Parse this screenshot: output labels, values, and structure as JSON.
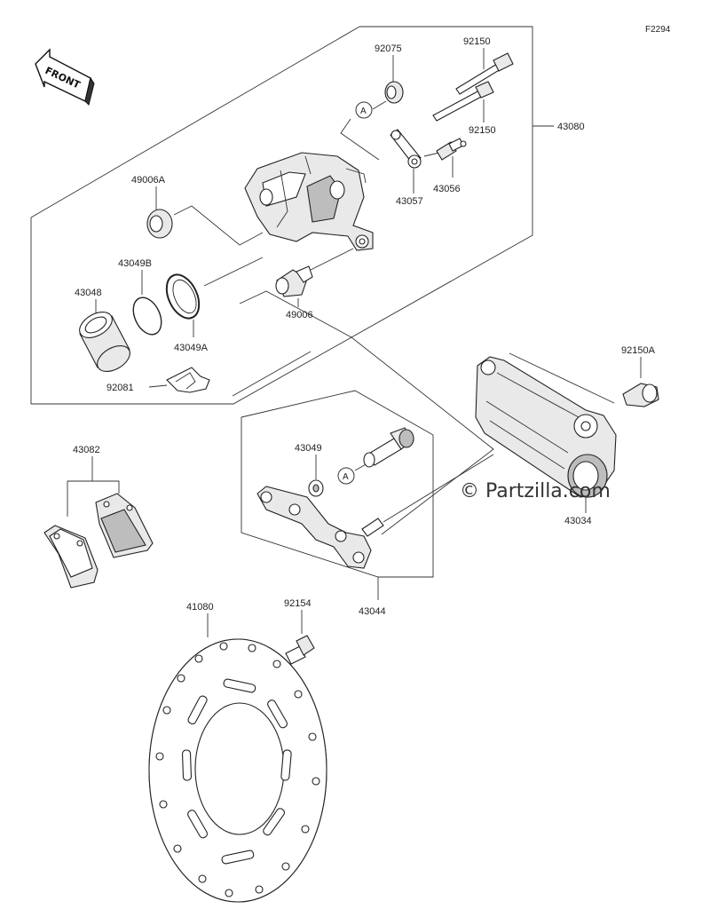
{
  "figure_id": "F2294",
  "front_label": "FRONT",
  "watermark": "© Partzilla.com",
  "callout_letter": "A",
  "parts": {
    "p92075": "92075",
    "p92150_top": "92150",
    "p92150_mid": "92150",
    "p43080": "43080",
    "p49006A": "49006A",
    "p43057": "43057",
    "p43056": "43056",
    "p43049B": "43049B",
    "p43048": "43048",
    "p43049A": "43049A",
    "p49006": "49006",
    "p92081": "92081",
    "p92150A": "92150A",
    "p43082": "43082",
    "p43049": "43049",
    "p43034": "43034",
    "p43044": "43044",
    "p41080": "41080",
    "p92154": "92154"
  }
}
